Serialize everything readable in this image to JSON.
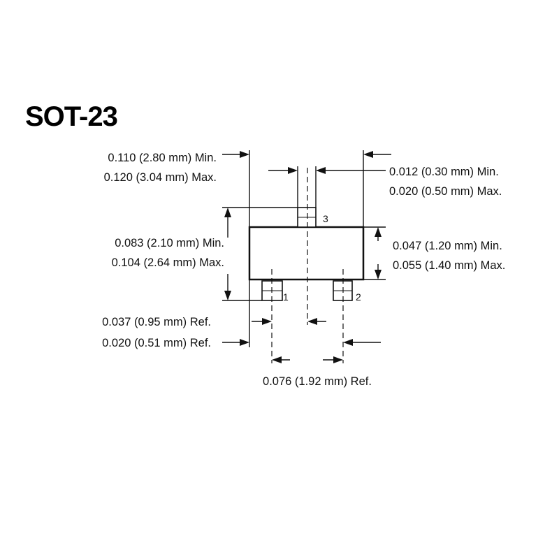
{
  "title": "SOT-23",
  "pins": {
    "pin1": "1",
    "pin2": "2",
    "pin3": "3"
  },
  "dimensions": {
    "body_length_min": "0.110 (2.80 mm) Min.",
    "body_length_max": "0.120 (3.04 mm) Max.",
    "lead_width_min": "0.012 (0.30 mm) Min.",
    "lead_width_max": "0.020 (0.50 mm) Max.",
    "overall_height_min": "0.083 (2.10 mm) Min.",
    "overall_height_max": "0.104 (2.64 mm) Max.",
    "body_width_min": "0.047 (1.20 mm) Min.",
    "body_width_max": "0.055 (1.40 mm) Max.",
    "pin_pitch_ref": "0.037 (0.95 mm) Ref.",
    "lead_offset_ref": "0.020 (0.51 mm) Ref.",
    "lead_span_ref": "0.076 (1.92 mm) Ref."
  }
}
